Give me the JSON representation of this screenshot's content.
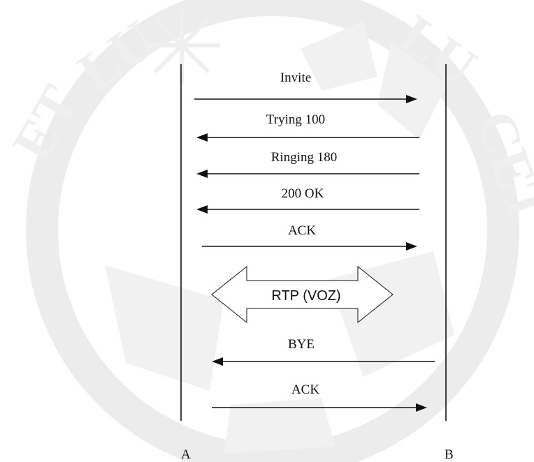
{
  "watermark": {
    "color": "#ececec",
    "icon": "university-seal-watermark"
  },
  "colors": {
    "line": "#111111"
  },
  "endpoints": {
    "a": "A",
    "b": "B"
  },
  "messages": [
    {
      "label": "Invite",
      "direction": "A-to-B"
    },
    {
      "label": "Trying 100",
      "direction": "B-to-A"
    },
    {
      "label": "Ringing 180",
      "direction": "B-to-A"
    },
    {
      "label": "200 OK",
      "direction": "B-to-A"
    },
    {
      "label": "ACK",
      "direction": "A-to-B"
    },
    {
      "label": "BYE",
      "direction": "B-to-A"
    },
    {
      "label": "ACK",
      "direction": "A-to-B"
    }
  ],
  "media": {
    "label": "RTP (VOZ)",
    "direction": "bidirectional"
  }
}
